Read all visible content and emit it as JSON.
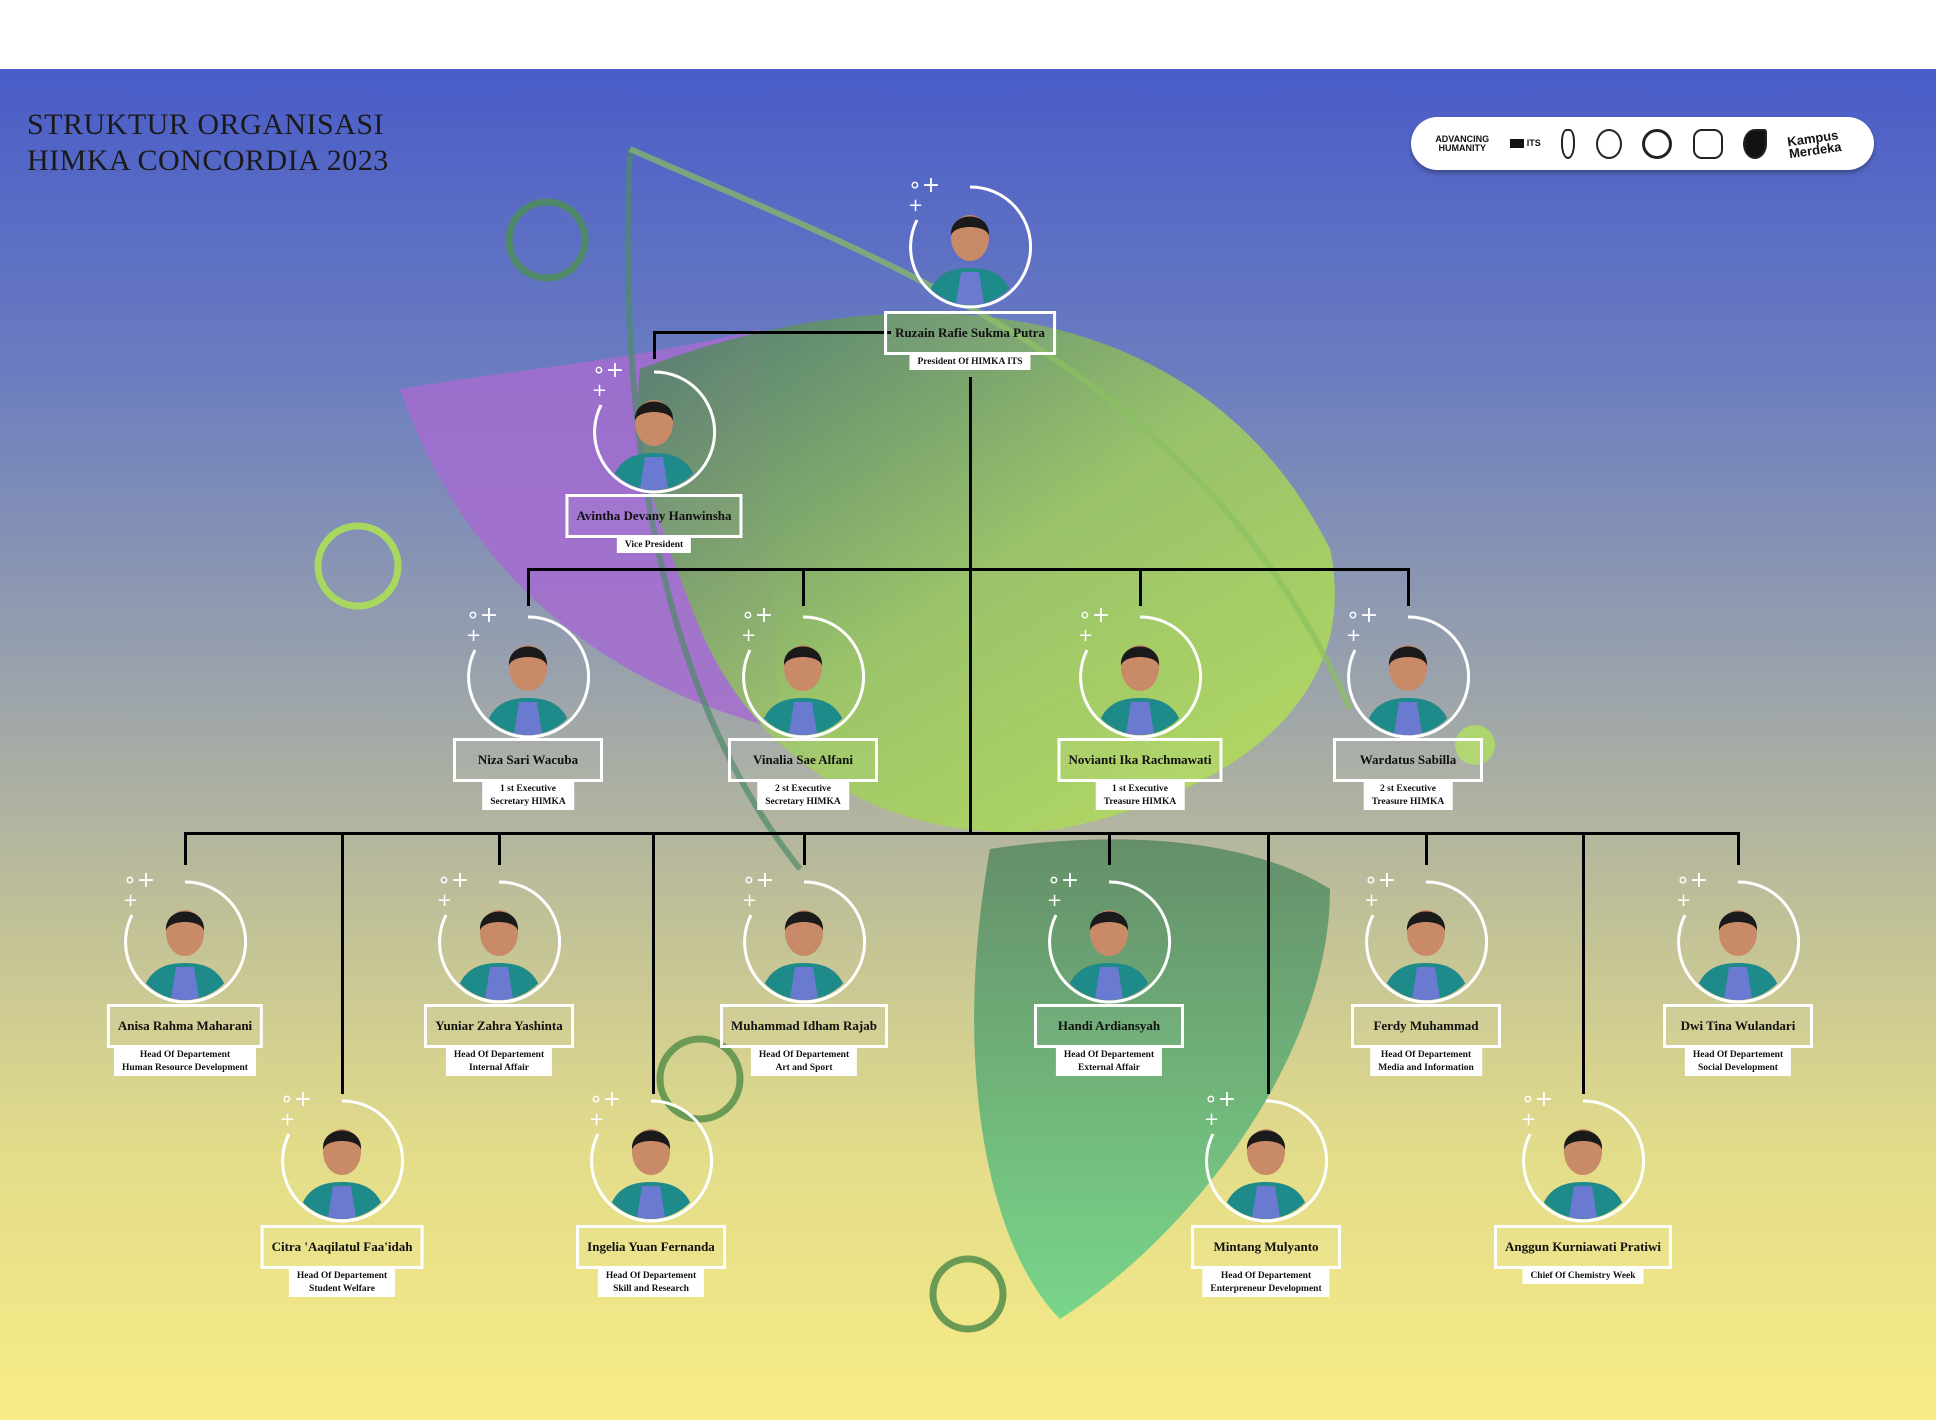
{
  "title": {
    "line1": "STRUKTUR ORGANISASI",
    "line2": "HIMKA CONCORDIA 2023"
  },
  "logos": {
    "advancing": "ADVANCING HUMANITY",
    "its": "ITS",
    "kampus": "Kampus Merdeka"
  },
  "colors": {
    "top": "#4a5cc8",
    "bottom": "#f8ec86",
    "purple": "#a46cd0",
    "green": "#a8dc60",
    "line": "#000000"
  },
  "members": [
    {
      "name": "Ruzain Rafie Sukma Putra",
      "role": [
        "President Of HIMKA ITS"
      ]
    },
    {
      "name": "Avintha Devany Hanwinsha",
      "role": [
        "Vice President"
      ]
    },
    {
      "name": "Niza Sari Wacuba",
      "role": [
        "1 st Executive",
        "Secretary HIMKA"
      ]
    },
    {
      "name": "Vinalia Sae Alfani",
      "role": [
        "2 st Executive",
        "Secretary HIMKA"
      ]
    },
    {
      "name": "Novianti Ika Rachmawati",
      "role": [
        "1 st Executive",
        "Treasure HIMKA"
      ]
    },
    {
      "name": "Wardatus Sabilla",
      "role": [
        "2 st Executive",
        "Treasure HIMKA"
      ]
    },
    {
      "name": "Anisa Rahma Maharani",
      "role": [
        "Head Of Departement",
        "Human Resource Development"
      ]
    },
    {
      "name": "Yuniar Zahra Yashinta",
      "role": [
        "Head Of Departement",
        "Internal Affair"
      ]
    },
    {
      "name": "Muhammad Idham Rajab",
      "role": [
        "Head Of Departement",
        "Art and Sport"
      ]
    },
    {
      "name": "Handi Ardiansyah",
      "role": [
        "Head Of Departement",
        "External Affair"
      ]
    },
    {
      "name": "Ferdy Muhammad",
      "role": [
        "Head Of Departement",
        "Media and Information"
      ]
    },
    {
      "name": "Dwi Tina Wulandari",
      "role": [
        "Head Of Departement",
        "Social Development"
      ]
    },
    {
      "name": "Citra 'Aaqilatul Faa'idah",
      "role": [
        "Head Of Departement",
        "Student Welfare"
      ]
    },
    {
      "name": "Ingelia Yuan Fernanda",
      "role": [
        "Head Of Departement",
        "Skill and Research"
      ]
    },
    {
      "name": "Mintang Mulyanto",
      "role": [
        "Head Of Departement",
        "Enterpreneur Development"
      ]
    },
    {
      "name": "Anggun Kurniawati Pratiwi",
      "role": [
        "Chief Of Chemistry Week"
      ]
    }
  ]
}
